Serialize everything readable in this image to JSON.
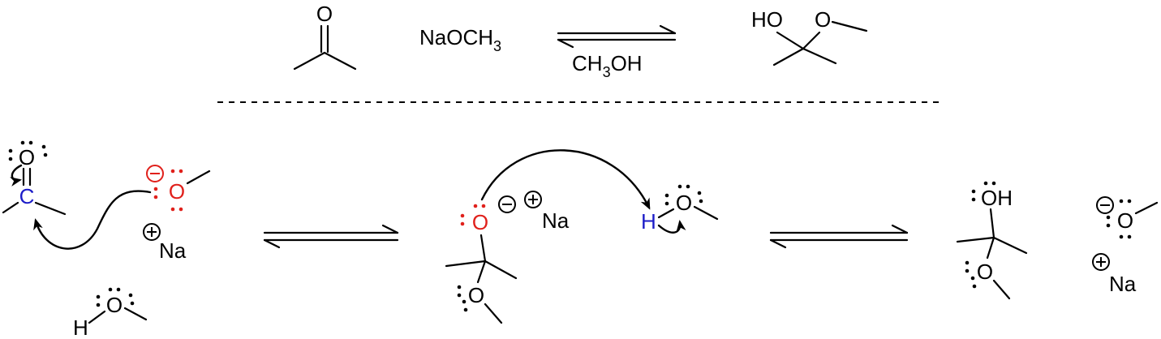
{
  "overall": {
    "reagent": "NaOCH",
    "reagent_sub": "3",
    "solvent_pre": "CH",
    "solvent_sub": "3",
    "solvent_post": "OH",
    "ketone_o": "O",
    "product_ho": "HO",
    "product_o": "O"
  },
  "step1": {
    "carbonyl_o": "O",
    "carbonyl_c": "C",
    "methoxide_o": "O",
    "sodium": "Na",
    "methanol_h": "H",
    "methanol_o": "O"
  },
  "step2": {
    "alkoxide_o": "O",
    "sodium": "Na",
    "methanol_h": "H",
    "methanol_o": "O",
    "ether_o": "O"
  },
  "step3": {
    "hydroxyl": "OH",
    "ether_o": "O",
    "methoxide_o": "O",
    "sodium": "Na"
  },
  "colors": {
    "charge_red": "#e0201b",
    "carbon_blue": "#1c1cc8",
    "ink": "#000000"
  }
}
